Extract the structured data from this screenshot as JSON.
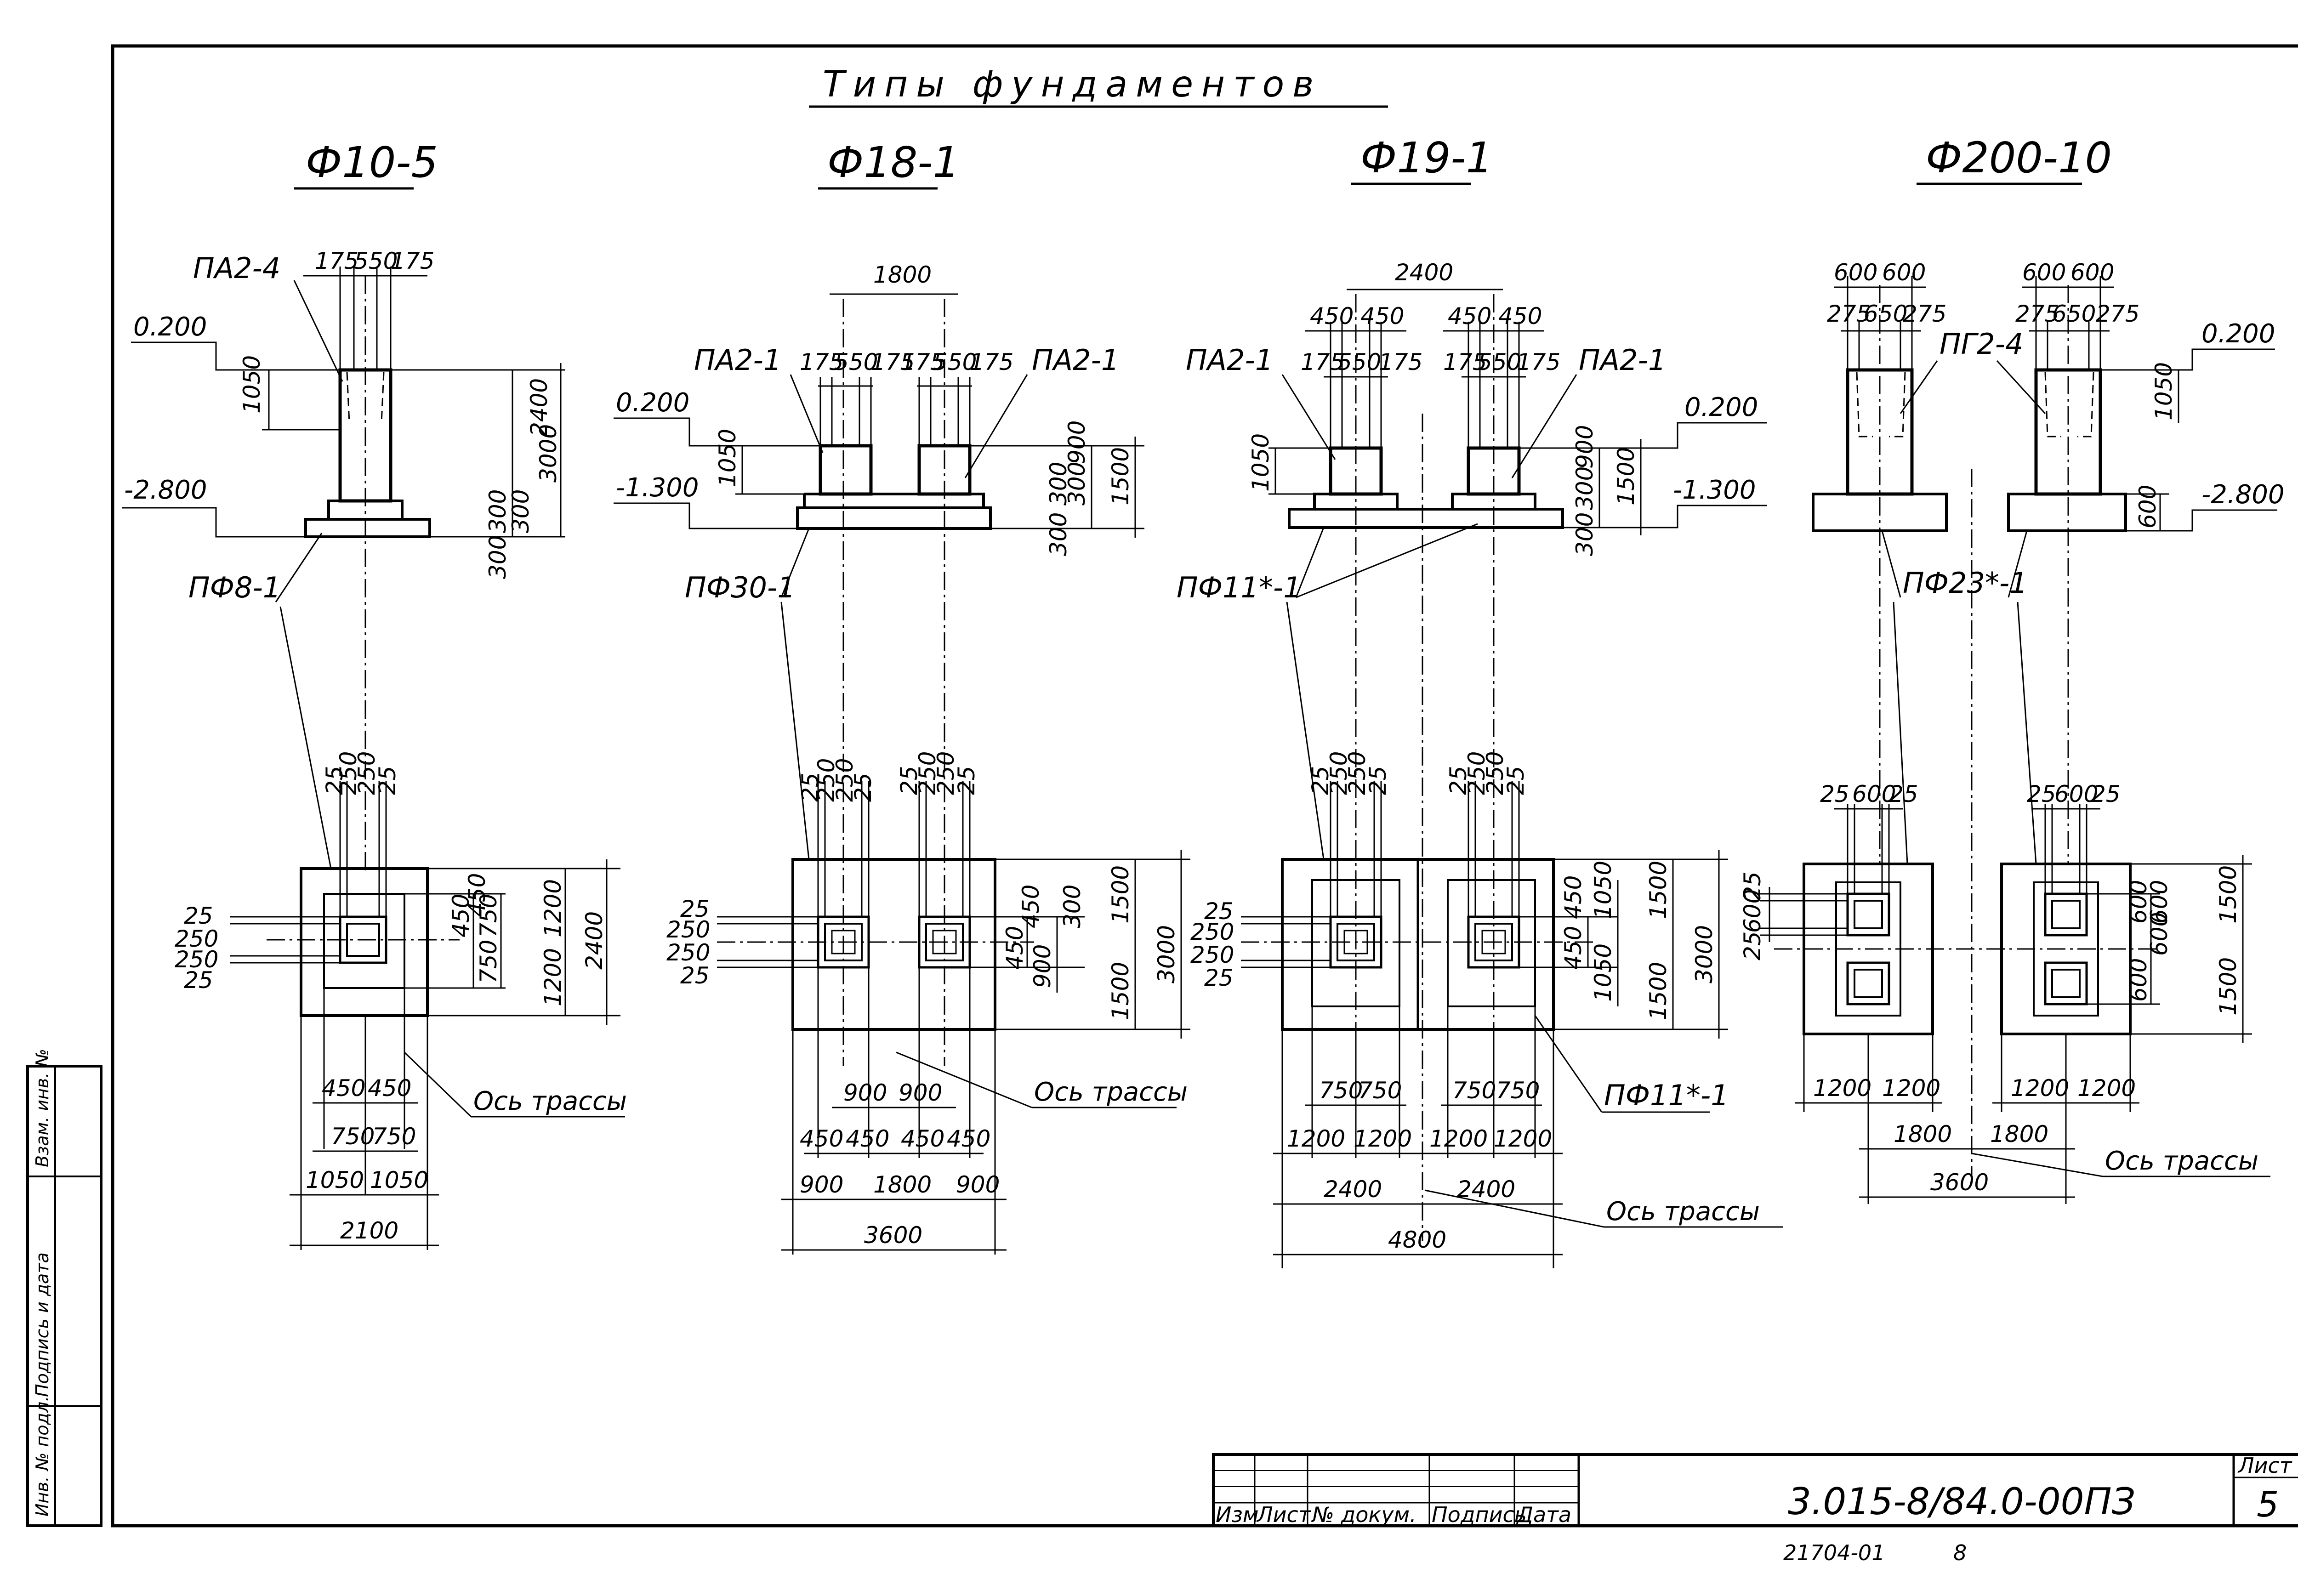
{
  "drawing": {
    "title": "Типы фундаментов",
    "ftypes": [
      {
        "id": "f10-5",
        "name": "Ф10-5"
      },
      {
        "id": "f18-1",
        "name": "Ф18-1"
      },
      {
        "id": "f19-1",
        "name": "Ф19-1"
      },
      {
        "id": "f200-10",
        "name": "Ф200-10"
      }
    ],
    "axis_label": "Ось трассы"
  },
  "f10": {
    "column": "ПА2-4",
    "slab": "ПФ8-1",
    "elev_top": "0.200",
    "elev_bottom": "-2.800",
    "d_top": [
      "175",
      "550",
      "175"
    ],
    "d_col_h": "1050",
    "d_h_total": "2400",
    "d_h_all": "3000",
    "d_300a": "300",
    "d_300b": "300",
    "d_300c": "300",
    "p_top": [
      "25",
      "250",
      "250",
      "25"
    ],
    "p_left": [
      "25",
      "250",
      "250",
      "25"
    ],
    "p_right": [
      "450",
      "450",
      "750",
      "750",
      "1200",
      "1200",
      "2400"
    ],
    "p_bot1": [
      "450",
      "450"
    ],
    "p_bot2": [
      "750",
      "750"
    ],
    "p_bot3": [
      "1050",
      "1050"
    ],
    "p_bot4": "2100"
  },
  "f18": {
    "column": "ПА2-1",
    "slab": "ПФ30-1",
    "elev_top": "0.200",
    "elev_bottom": "-1.300",
    "d_top_total": "1800",
    "d_top_l": [
      "175",
      "550",
      "175"
    ],
    "d_top_r": [
      "175",
      "550",
      "175"
    ],
    "d_col_h": "1050",
    "d_right": [
      "900",
      "300",
      "300",
      "1500",
      "300"
    ],
    "p_top_l": [
      "25",
      "250",
      "250",
      "25"
    ],
    "p_top_r": [
      "25",
      "250",
      "250",
      "25"
    ],
    "p_left": [
      "25",
      "250",
      "250",
      "25"
    ],
    "p_right": [
      "450",
      "450",
      "900",
      "300",
      "1500",
      "1500",
      "3000"
    ],
    "p_bot1": [
      "900",
      "900"
    ],
    "p_bot2": [
      "450",
      "450",
      "450",
      "450"
    ],
    "p_bot3": [
      "900",
      "1800",
      "900"
    ],
    "p_bot4": "3600"
  },
  "f19": {
    "column": "ПА2-1",
    "slab": "ПФ11*-1",
    "elev_top": "0.200",
    "elev_bottom": "-1.300",
    "d_top_total": "2400",
    "d_top_450": [
      "450",
      "450",
      "450",
      "450"
    ],
    "d_top_l": [
      "175",
      "550",
      "175"
    ],
    "d_top_r": [
      "175",
      "550",
      "175"
    ],
    "d_col_h": "1050",
    "d_right": [
      "900",
      "300",
      "300",
      "1500"
    ],
    "p_top_l": [
      "25",
      "250",
      "250",
      "25"
    ],
    "p_top_r": [
      "25",
      "250",
      "250",
      "25"
    ],
    "p_left": [
      "25",
      "250",
      "250",
      "25"
    ],
    "p_right": [
      "450",
      "450",
      "1050",
      "1050",
      "1500",
      "1500",
      "3000"
    ],
    "p_bot1": [
      "750",
      "750",
      "750",
      "750"
    ],
    "p_bot2": [
      "1200",
      "1200",
      "1200",
      "1200"
    ],
    "p_bot3": [
      "2400",
      "2400"
    ],
    "p_bot4": "4800"
  },
  "f200": {
    "column": "ПГ2-4",
    "slab": "ПФ23*-1",
    "elev_top": "0.200",
    "elev_bottom": "-2.800",
    "d_top_l": [
      "600",
      "600"
    ],
    "d_top_r": [
      "600",
      "600"
    ],
    "d_sub_l": [
      "275",
      "650",
      "275"
    ],
    "d_sub_r": [
      "275",
      "650",
      "275"
    ],
    "d_col_h": "1050",
    "d_600": "600",
    "p_top_l": [
      "25",
      "600",
      "25"
    ],
    "p_top_r": [
      "25",
      "600",
      "25"
    ],
    "p_left": [
      "25",
      "600",
      "25"
    ],
    "p_right": [
      "600",
      "600",
      "600",
      "600",
      "1500",
      "1500"
    ],
    "p_bot1": [
      "1200",
      "1200",
      "1200",
      "1200"
    ],
    "p_bot2": [
      "1800",
      "1800"
    ],
    "p_bot3": "3600"
  },
  "stamp": {
    "heads": [
      "Изм",
      "Лист",
      "№ докум.",
      "Подпись",
      "Дата"
    ],
    "code": "3.015-8/84.0-00ПЗ",
    "sheet_label": "Лист",
    "sheet_num": "5",
    "under": "21704-01",
    "under2": "8"
  },
  "side": {
    "labels": [
      "Инв. № подл.",
      "Подпись и дата",
      "Взам. инв. №"
    ]
  }
}
